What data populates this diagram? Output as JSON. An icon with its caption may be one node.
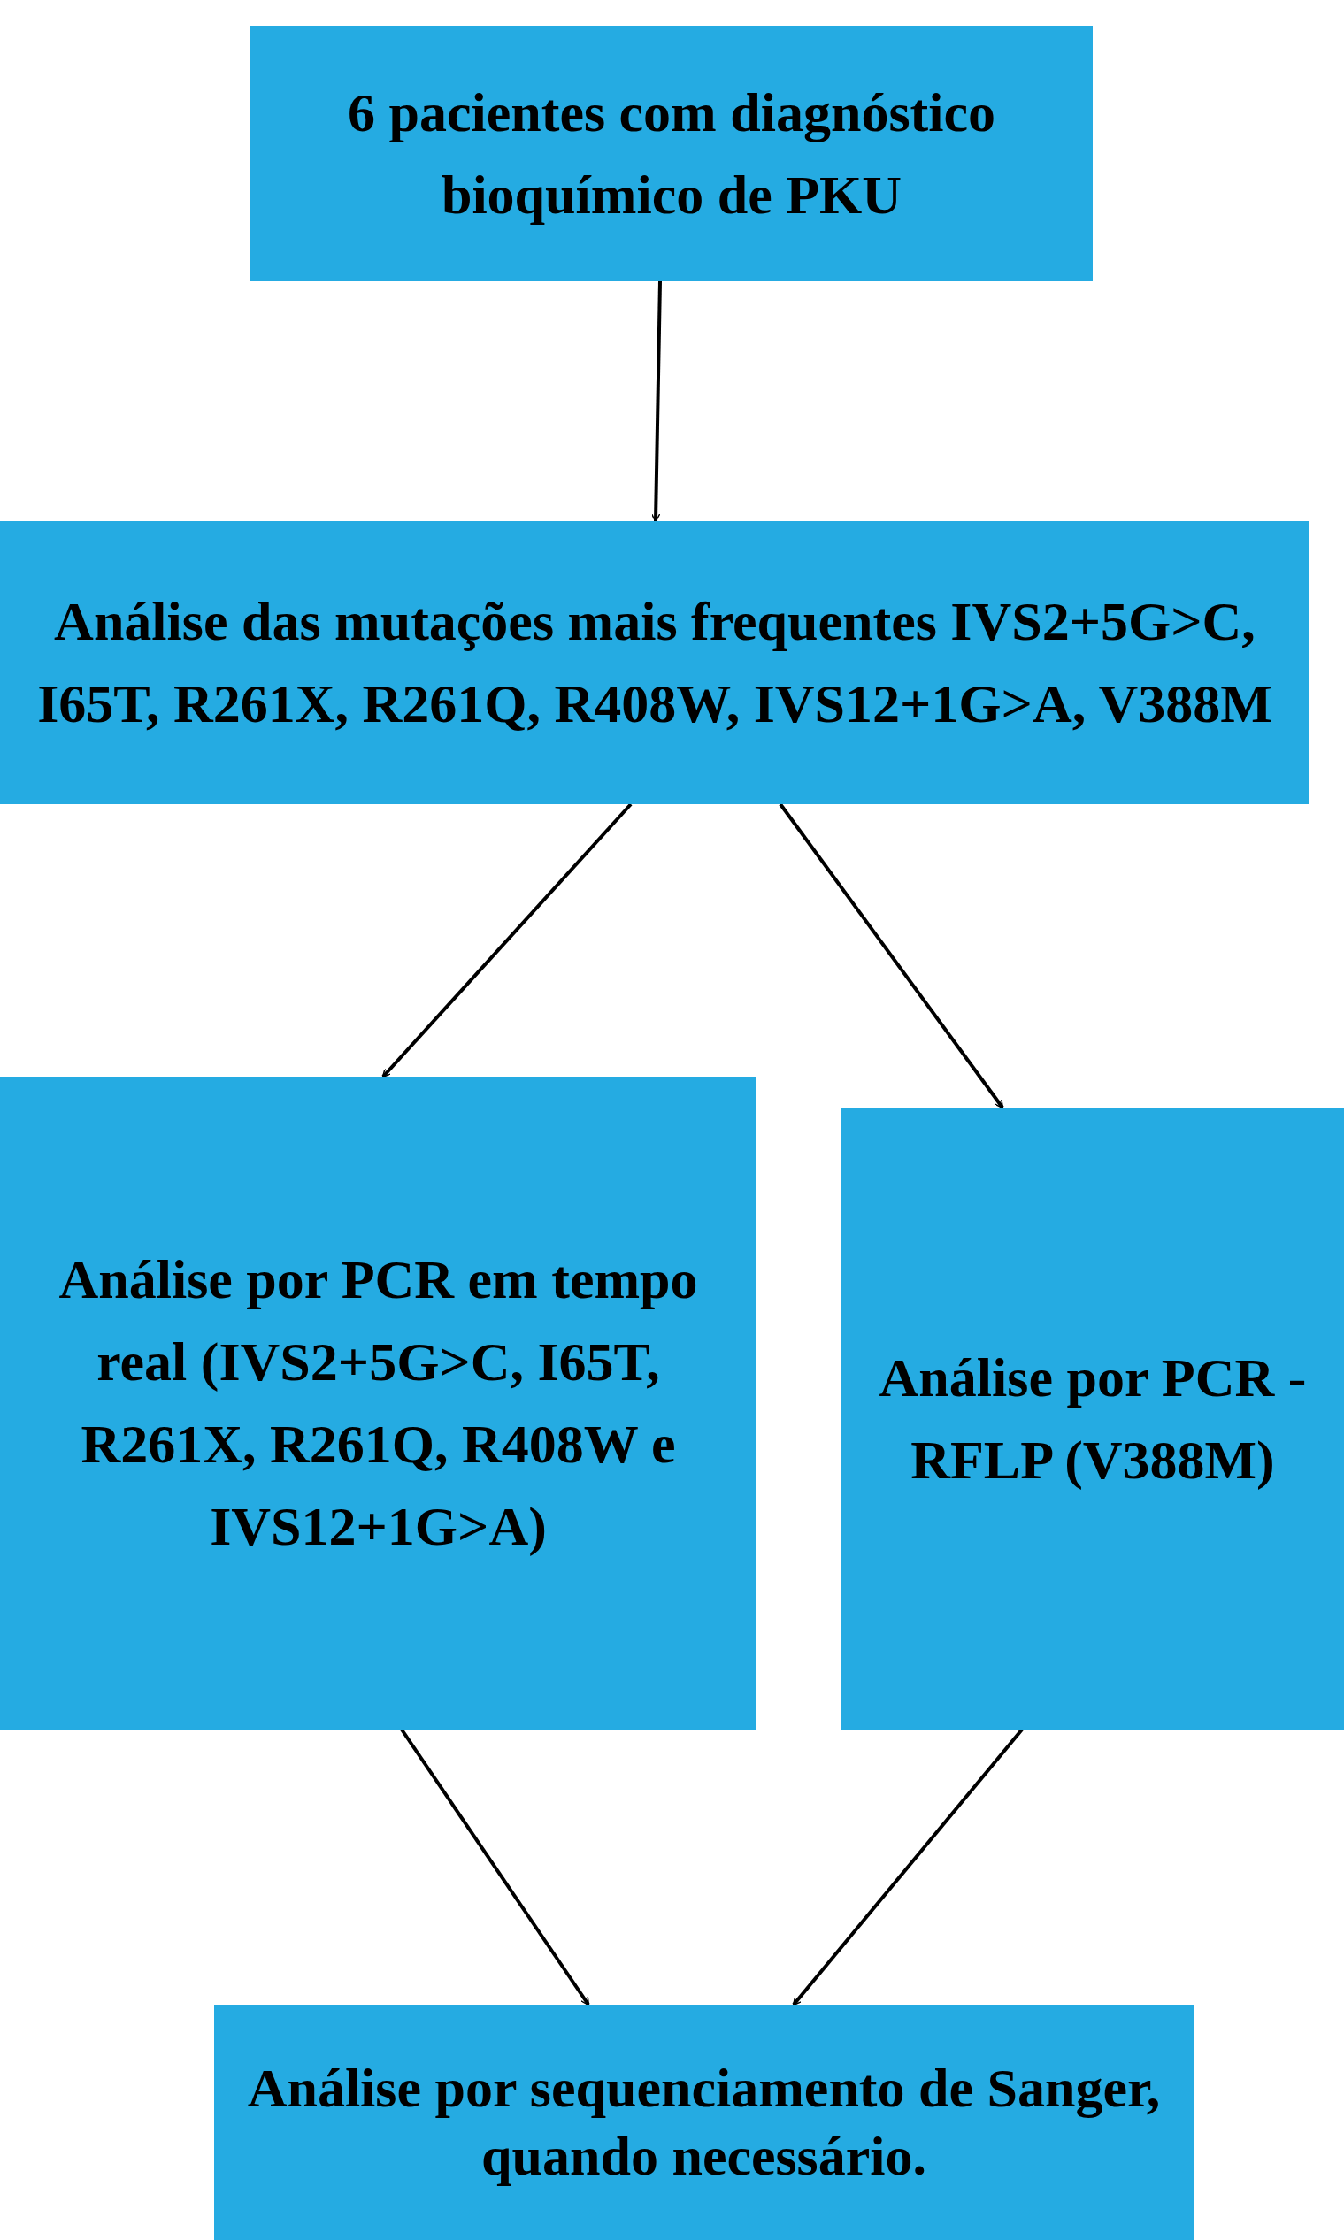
{
  "diagram": {
    "nodes": [
      {
        "text": [
          "6 pacientes com diagnóstico bioquímico de PKU"
        ]
      },
      {
        "text": [
          "Análise das mutações mais frequentes IVS2+5G>C, I65T, R261X, R261Q, R408W, IVS12+1G>A, V388M"
        ]
      },
      {
        "text": [
          "Análise por PCR em tempo real (IVS2+5G>C, I65T, R261X, R261Q, R408W e IVS12+1G>A)"
        ]
      },
      {
        "text": [
          "Análise por PCR -RFLP (V388M)"
        ]
      },
      {
        "text": [
          "Análise por sequenciamento de Sanger, quando necessário."
        ]
      }
    ],
    "edges": [
      {
        "from": 0,
        "to": 1,
        "arrow": "to"
      },
      {
        "from": 1,
        "to": 2,
        "arrow": "to"
      },
      {
        "from": 1,
        "to": 3,
        "arrow": "to"
      },
      {
        "from": 2,
        "to": 4,
        "arrow": "to"
      },
      {
        "from": 3,
        "to": 4,
        "arrow": "to"
      }
    ]
  }
}
